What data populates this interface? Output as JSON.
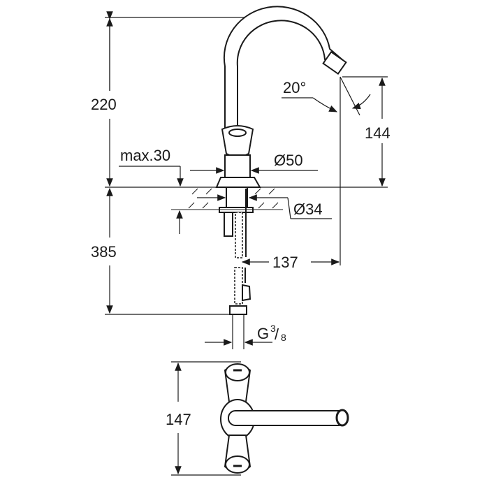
{
  "dimensions": {
    "height_total": "220",
    "height_below": "385",
    "spout_height": "144",
    "spout_angle": "20°",
    "max_thickness": "max.30",
    "base_diameter": "Ø50",
    "hole_diameter": "Ø34",
    "spout_reach": "137",
    "connection": "G",
    "connection_num": "3",
    "connection_den": "8",
    "top_view_depth": "147"
  },
  "colors": {
    "line": "#1a1a1a",
    "background": "#ffffff"
  }
}
